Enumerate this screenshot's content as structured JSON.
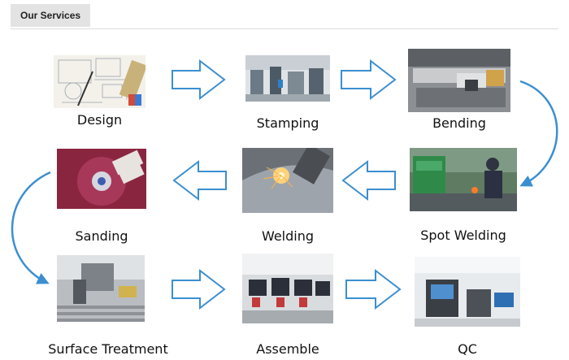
{
  "header": {
    "tab_label": "Our Services"
  },
  "steps": [
    {
      "id": "design",
      "label": "Design"
    },
    {
      "id": "stamping",
      "label": "Stamping"
    },
    {
      "id": "bending",
      "label": "Bending"
    },
    {
      "id": "spot-welding",
      "label": "Spot Welding"
    },
    {
      "id": "welding",
      "label": "Welding"
    },
    {
      "id": "sanding",
      "label": "Sanding"
    },
    {
      "id": "surface-treatment",
      "label": "Surface Treatment"
    },
    {
      "id": "assemble",
      "label": "Assemble"
    },
    {
      "id": "qc",
      "label": "QC"
    }
  ],
  "colors": {
    "arrow_stroke": "#3b8fd0",
    "arrow_fill": "#ffffff"
  }
}
